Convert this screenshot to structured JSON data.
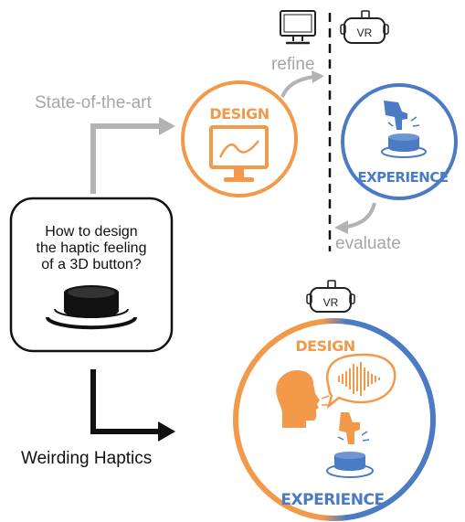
{
  "texts": {
    "state_of_the_art": "State-of-the-art",
    "refine": "refine",
    "evaluate": "evaluate",
    "design_top": "DESIGN",
    "experience_top": "EXPERIENCE",
    "question_line1": "How to design",
    "question_line2": "the haptic feeling",
    "question_line3": "of a 3D button?",
    "vr_top": "VR",
    "vr_bottom": "VR",
    "design_bottom": "DESIGN",
    "experience_bottom": "EXPERIENCE",
    "weirding_haptics": "Weirding Haptics"
  },
  "colors": {
    "orange": "#F2994A",
    "blue": "#4A7BC4",
    "gray": "#B3B3B3",
    "dark": "#1A1A1A"
  },
  "icons": [
    "monitor-icon",
    "vr-headset-icon",
    "chart-monitor-icon",
    "hand-press-button-icon",
    "3d-button-icon",
    "speaking-head-icon",
    "audio-waveform-icon"
  ]
}
